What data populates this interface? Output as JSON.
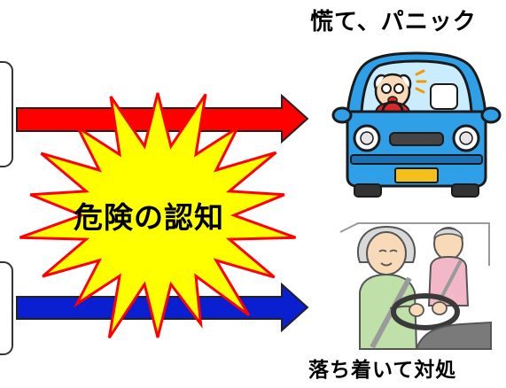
{
  "center_label": "危険の認知",
  "top_right_label": "慌て、パニック",
  "bottom_right_label": "落ち着いて対処",
  "colors": {
    "top_arrow": "#ff0000",
    "bottom_arrow": "#0a1fd0",
    "burst_fill": "#ffff00",
    "burst_stroke": "#ff0000",
    "car_body": "#2f9fe8",
    "plate": "#f3c019"
  },
  "icons": [
    "panicking-elderly-driver-car-illustration",
    "calm-elderly-couple-driving-illustration"
  ]
}
